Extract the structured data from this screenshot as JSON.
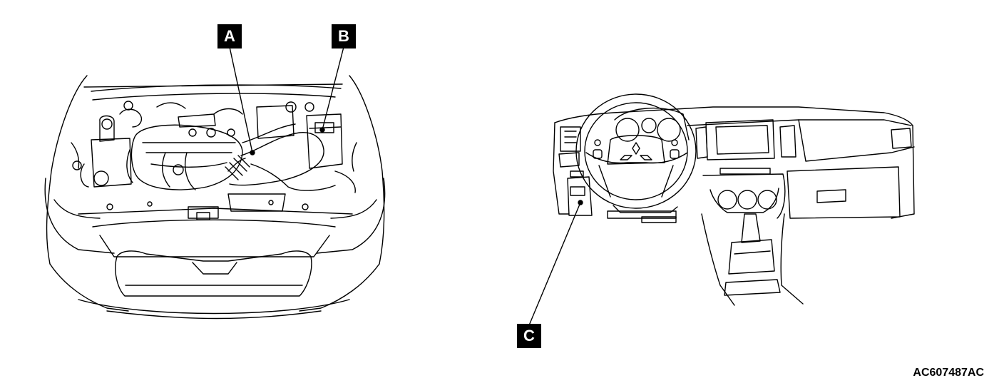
{
  "callouts": {
    "a": "A",
    "b": "B",
    "c": "C"
  },
  "figure_code": "AC607487AC"
}
